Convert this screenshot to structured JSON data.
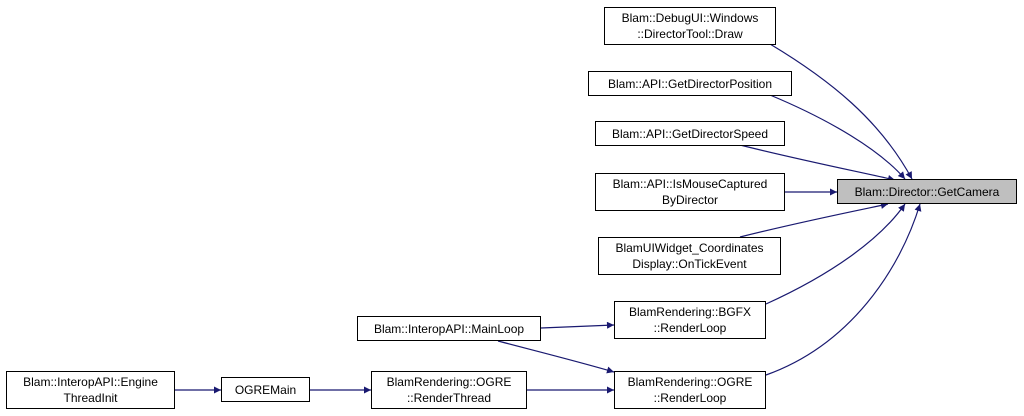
{
  "diagram": {
    "focus": "Blam::Director::GetCamera",
    "edge_color": "#191970",
    "focus_fill": "#bfbfbf",
    "nodes": {
      "get_camera": [
        "Blam::Director::GetCamera"
      ],
      "debugui_draw": [
        "Blam::DebugUI::Windows",
        "::DirectorTool::Draw"
      ],
      "get_director_position": [
        "Blam::API::GetDirectorPosition"
      ],
      "get_director_speed": [
        "Blam::API::GetDirectorSpeed"
      ],
      "is_mouse_captured": [
        "Blam::API::IsMouseCaptured",
        "ByDirector"
      ],
      "coordinates_display": [
        "BlamUIWidget_Coordinates",
        "Display::OnTickEvent"
      ],
      "bgfx_renderloop": [
        "BlamRendering::BGFX",
        "::RenderLoop"
      ],
      "interop_mainloop": [
        "Blam::InteropAPI::MainLoop"
      ],
      "ogre_renderloop": [
        "BlamRendering::OGRE",
        "::RenderLoop"
      ],
      "ogre_renderthread": [
        "BlamRendering::OGRE",
        "::RenderThread"
      ],
      "ogremain": [
        "OGREMain"
      ],
      "engine_threadinit": [
        "Blam::InteropAPI::Engine",
        "ThreadInit"
      ]
    },
    "edges": [
      [
        "debugui_draw",
        "get_camera"
      ],
      [
        "get_director_position",
        "get_camera"
      ],
      [
        "get_director_speed",
        "get_camera"
      ],
      [
        "is_mouse_captured",
        "get_camera"
      ],
      [
        "coordinates_display",
        "get_camera"
      ],
      [
        "bgfx_renderloop",
        "get_camera"
      ],
      [
        "ogre_renderloop",
        "get_camera"
      ],
      [
        "interop_mainloop",
        "bgfx_renderloop"
      ],
      [
        "ogre_renderthread",
        "ogre_renderloop"
      ],
      [
        "interop_mainloop",
        "ogre_renderloop"
      ],
      [
        "ogremain",
        "ogre_renderthread"
      ],
      [
        "engine_threadinit",
        "ogremain"
      ]
    ]
  }
}
